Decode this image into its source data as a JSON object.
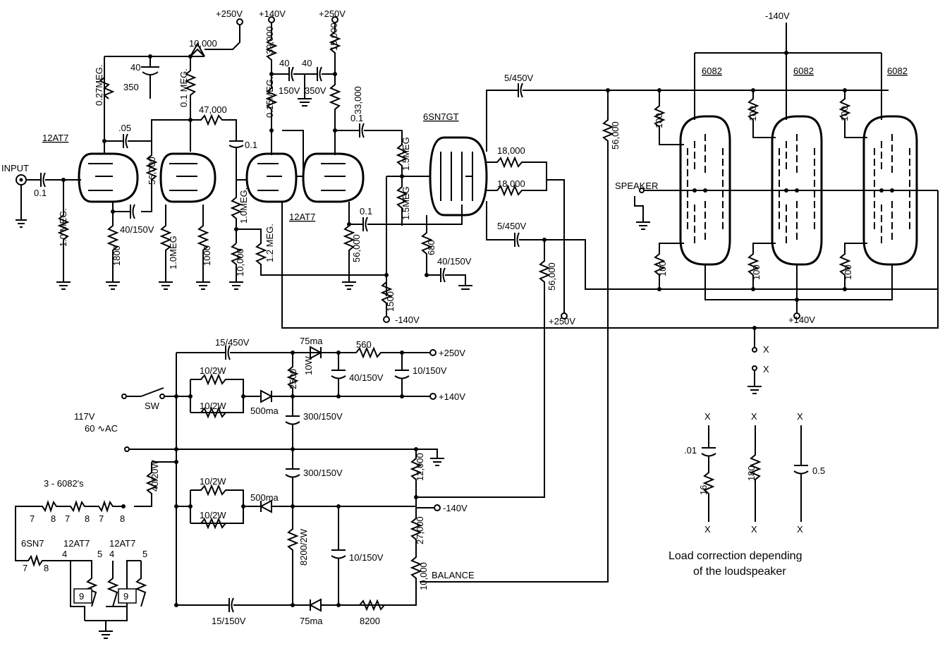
{
  "supply": {
    "v250_a": "+250V",
    "v140_a": "+140V",
    "v250_b": "+250V",
    "v140_top": "-140V",
    "v250_out": "+250V",
    "v140_out": "+140V",
    "v140_neg_mid": "-140V",
    "v140_plus": "+140V",
    "v250_mid": "+250V",
    "v140_neg_psu": "-140V",
    "v140_neg_bias": "-140V"
  },
  "tubes": {
    "t1": "12AT7",
    "t2": "12AT7",
    "t3": "6SN7GT",
    "out1": "6082",
    "out2": "6082",
    "out3": "6082"
  },
  "labels": {
    "input": "INPUT",
    "speaker": "SPEAKER",
    "ac": "117V",
    "ac2": "60 ∿AC",
    "sw": "SW",
    "balance": "BALANCE",
    "heaters": "3 - 6082's",
    "h_6sn7": "6SN7",
    "h_12at7a": "12AT7",
    "h_12at7b": "12AT7",
    "load1": "Load correction depending",
    "load2": "of the loudspeaker",
    "x": "X"
  },
  "components": {
    "c_in": "0.1",
    "r_in": "1.0 MEG.",
    "r_p1": "0.27MEG.",
    "c_05": ".05",
    "r_56k_a": "56,000",
    "c_40_150": "40/150V",
    "r_1800": "1800",
    "r_1meg_a": "1.0MEG",
    "r_1000": "1000",
    "c_40_350": "40",
    "c_350": "350",
    "r_10000": "10,000",
    "r_01meg": "0.1 MEG.",
    "r_47000": "47,000",
    "c_01_a": "0.1",
    "r_39000": "39,000",
    "c_40_b": "40",
    "c_150v": "150V",
    "c_40_c": "40",
    "c_350v": "350V",
    "r_15000": "15,000",
    "r_015meg": "0.15MEG.",
    "r_33000": "33,000",
    "c_01_b": "0.1",
    "r_15meg_a": "1.5MEG",
    "r_15meg_b": "1.5MEG",
    "r_10meg_b": "1.0MEG.",
    "r_10000_b": "10,000",
    "r_12meg": "1.2 MEG.",
    "c_01_c": "0.1",
    "r_56000_b": "56,000",
    "r_1500": "1500",
    "r_680": "680",
    "c_40_150_b": "40/150V",
    "r_18000_a": "18,000",
    "r_18000_b": "18,000",
    "c_5_450_a": "5/450V",
    "c_5_450_b": "5/450V",
    "r_56000_c": "56,000",
    "r_56000_d": "56,000",
    "r_100": "100",
    "c_15_450": "15/450V",
    "d_75ma_a": "75ma",
    "r_560": "560",
    "c_40_150_c": "40/150V",
    "c_10_150_a": "10/150V",
    "r_2500": "2500",
    "r_10w": "10W",
    "r_10_2w_a": "10/2W",
    "r_10_2w_b": "10/2W",
    "d_500ma_a": "500ma",
    "c_300_150_a": "300/150V",
    "r_40_20w": "40/20W",
    "r_12000": "12,000",
    "c_300_150_b": "300/150V",
    "r_10_2w_c": "10/2W",
    "r_10_2w_d": "10/2W",
    "d_500ma_b": "500ma",
    "r_27000": "27,000",
    "r_8200_2w": "8200/2W",
    "c_10_150_b": "10/150V",
    "r_10000_c": "10,000",
    "c_15_150": "15/150V",
    "d_75ma_b": "75ma",
    "r_8200": "8200",
    "lc_c": ".01",
    "lc_r16": "16",
    "lc_r180": "180",
    "lc_c05": "0.5"
  },
  "pins": [
    "7",
    "8",
    "7",
    "8",
    "7",
    "8",
    "7",
    "8",
    "4",
    "5",
    "4",
    "5",
    "9",
    "9"
  ]
}
